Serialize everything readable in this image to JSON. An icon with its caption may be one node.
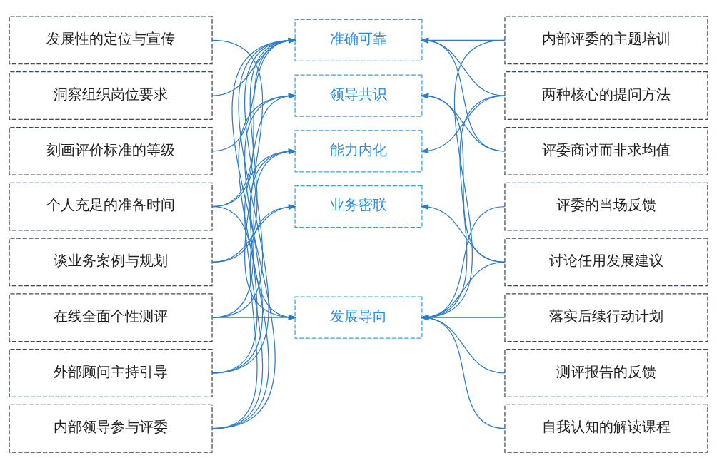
{
  "diagram": {
    "nodes": [
      {
        "text": [
          "发展性的定位与宣传"
        ]
      },
      {
        "text": [
          "洞察组织岗位要求"
        ]
      },
      {
        "text": [
          "刻画评价标准的等级"
        ]
      },
      {
        "text": [
          "个人充足的准备时间"
        ]
      },
      {
        "text": [
          "谈业务案例与规划"
        ]
      },
      {
        "text": [
          "在线全面个性测评"
        ]
      },
      {
        "text": [
          "外部顾问主持引导"
        ]
      },
      {
        "text": [
          "内部领导参与评委"
        ]
      },
      {
        "text": [
          "准确可靠"
        ]
      },
      {
        "text": [
          "领导共识"
        ]
      },
      {
        "text": [
          "能力内化"
        ]
      },
      {
        "text": [
          "业务密联"
        ]
      },
      {
        "text": [
          "发展导向"
        ]
      },
      {
        "text": [
          "内部评委的主题培训"
        ]
      },
      {
        "text": [
          "两种核心的提问方法"
        ]
      },
      {
        "text": [
          "评委商讨而非求均值"
        ]
      },
      {
        "text": [
          "评委的当场反馈"
        ]
      },
      {
        "text": [
          "讨论任用发展建议"
        ]
      },
      {
        "text": [
          "落实后续行动计划"
        ]
      },
      {
        "text": [
          "测评报告的反馈"
        ]
      },
      {
        "text": [
          "自我认知的解读课程"
        ]
      }
    ],
    "edges": [
      {
        "from": 0,
        "to": 12,
        "arrow": "to"
      },
      {
        "from": 1,
        "to": 8,
        "arrow": "to"
      },
      {
        "from": 2,
        "to": 8,
        "arrow": "to"
      },
      {
        "from": 3,
        "to": 8,
        "arrow": "to"
      },
      {
        "from": 3,
        "to": 9,
        "arrow": "to"
      },
      {
        "from": 3,
        "to": 12,
        "arrow": "to"
      },
      {
        "from": 4,
        "to": 8,
        "arrow": "to"
      },
      {
        "from": 4,
        "to": 11,
        "arrow": "to"
      },
      {
        "from": 5,
        "to": 8,
        "arrow": "to"
      },
      {
        "from": 5,
        "to": 10,
        "arrow": "to"
      },
      {
        "from": 5,
        "to": 12,
        "arrow": "to"
      },
      {
        "from": 6,
        "to": 8,
        "arrow": "to"
      },
      {
        "from": 6,
        "to": 9,
        "arrow": "to"
      },
      {
        "from": 6,
        "to": 10,
        "arrow": "to"
      },
      {
        "from": 7,
        "to": 8,
        "arrow": "to"
      },
      {
        "from": 7,
        "to": 9,
        "arrow": "to"
      },
      {
        "from": 7,
        "to": 10,
        "arrow": "to"
      },
      {
        "from": 7,
        "to": 11,
        "arrow": "to"
      },
      {
        "from": 13,
        "to": 8,
        "arrow": "to"
      },
      {
        "from": 13,
        "to": 12,
        "arrow": "to"
      },
      {
        "from": 14,
        "to": 8,
        "arrow": "to"
      },
      {
        "from": 14,
        "to": 10,
        "arrow": "to"
      },
      {
        "from": 14,
        "to": 12,
        "arrow": "to"
      },
      {
        "from": 15,
        "to": 8,
        "arrow": "to"
      },
      {
        "from": 15,
        "to": 9,
        "arrow": "to"
      },
      {
        "from": 16,
        "to": 12,
        "arrow": "to"
      },
      {
        "from": 17,
        "to": 9,
        "arrow": "to"
      },
      {
        "from": 17,
        "to": 11,
        "arrow": "to"
      },
      {
        "from": 17,
        "to": 12,
        "arrow": "to"
      },
      {
        "from": 18,
        "to": 12,
        "arrow": "to"
      },
      {
        "from": 19,
        "to": 12,
        "arrow": "to"
      },
      {
        "from": 20,
        "to": 12,
        "arrow": "to"
      }
    ]
  }
}
